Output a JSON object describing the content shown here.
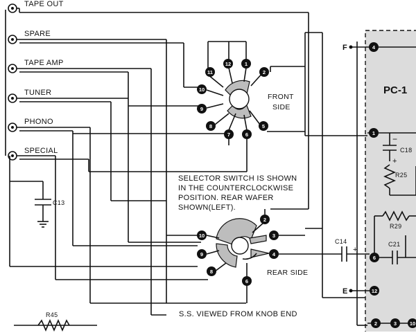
{
  "jacks": [
    {
      "label": "TAPE OUT"
    },
    {
      "label": "SPARE"
    },
    {
      "label": "TAPE AMP"
    },
    {
      "label": "TUNER"
    },
    {
      "label": "PHONO"
    },
    {
      "label": "SPECIAL"
    }
  ],
  "front_wafer": {
    "caption": "FRONT\nSIDE",
    "caption_line1": "FRONT",
    "caption_line2": "SIDE",
    "terminals": [
      "11",
      "12",
      "1",
      "2",
      "10",
      "9",
      "8",
      "7",
      "6",
      "5"
    ]
  },
  "rear_wafer": {
    "caption": "REAR SIDE",
    "terminals": [
      "10",
      "2",
      "3",
      "9",
      "4",
      "8",
      "6"
    ]
  },
  "notes": {
    "selector_line1": "SELECTOR SWITCH IS SHOWN",
    "selector_line2": "IN THE COUNTERCLOCKWISE",
    "selector_line3": "POSITION. REAR WAFER",
    "selector_line4": "SHOWN(LEFT).",
    "viewed_from": "S.S. VIEWED FROM KNOB END"
  },
  "components": {
    "c13": "C13",
    "c14": "C14",
    "c14_plus": "+",
    "c18": "C18",
    "c18_minus": "−",
    "c18_plus": "+",
    "c21": "C21",
    "r25": "R25",
    "r29": "R29",
    "r45": "R45"
  },
  "board": {
    "title": "PC-1",
    "pin_f": "F",
    "pin_e": "E",
    "pins": [
      "4",
      "1",
      "6",
      "12",
      "2",
      "3",
      "10"
    ]
  },
  "colors": {
    "ink": "#111111",
    "board_fill": "#dcdcdc",
    "wafer_fill": "#bdbdbd"
  }
}
